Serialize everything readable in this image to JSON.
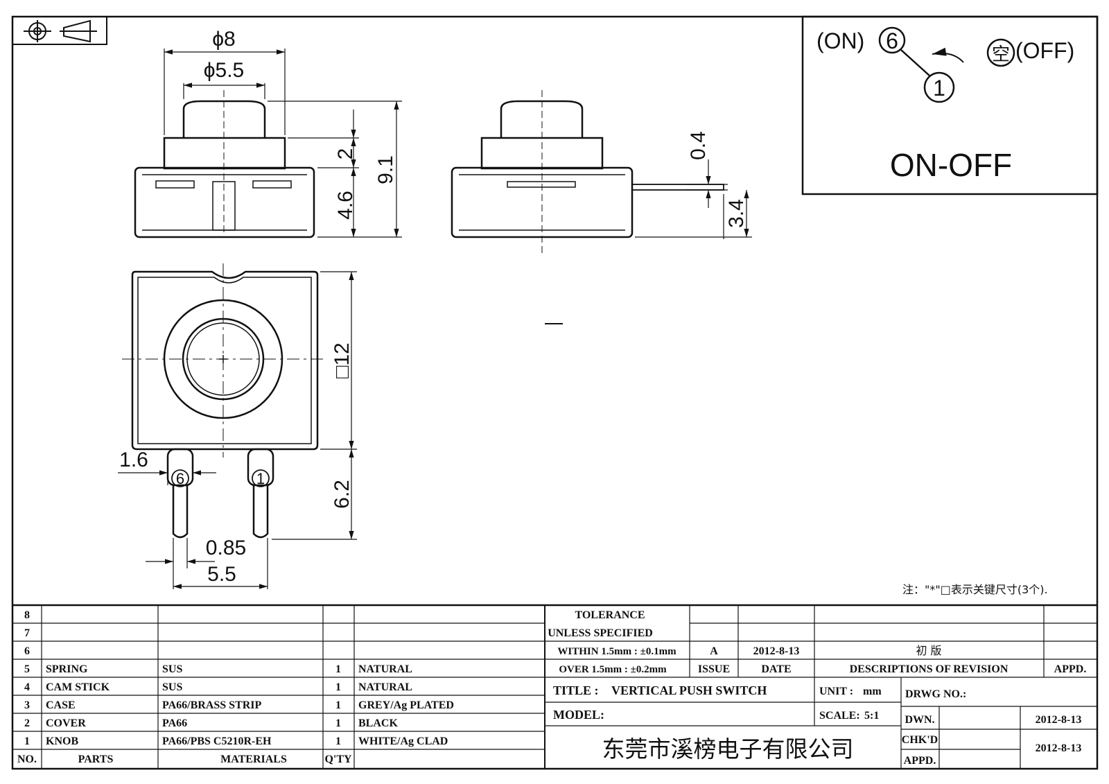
{
  "schematic": {
    "on_label": "(ON)",
    "pin_a": "6",
    "pin_b": "1",
    "off_char": "空",
    "off_label": "(OFF)",
    "mode": "ON-OFF"
  },
  "dimensions": {
    "knob_outer": "ϕ8",
    "knob_inner": "ϕ5.5",
    "knob_height": "2",
    "total_height": "9.1",
    "body_height": "4.6",
    "plate_thickness": "0.4",
    "terminal_offset": "3.4",
    "body_square": "□12",
    "pin_height": "6.2",
    "pin_offset": "1.6",
    "pin_width": "0.85",
    "pin_pitch": "5.5",
    "pin_left_label": "6",
    "pin_right_label": "1"
  },
  "note": "注：\"*\"□表示关键尺寸(3个).",
  "parts_table": {
    "header": {
      "no": "NO.",
      "parts": "PARTS",
      "materials": "MATERIALS",
      "qty": "Q'TY"
    },
    "rows": [
      {
        "no": "8",
        "part": "",
        "material": "",
        "qty": "",
        "finish": ""
      },
      {
        "no": "7",
        "part": "",
        "material": "",
        "qty": "",
        "finish": ""
      },
      {
        "no": "6",
        "part": "",
        "material": "",
        "qty": "",
        "finish": ""
      },
      {
        "no": "5",
        "part": "SPRING",
        "material": "SUS",
        "qty": "1",
        "finish": "NATURAL"
      },
      {
        "no": "4",
        "part": "CAM STICK",
        "material": "SUS",
        "qty": "1",
        "finish": "NATURAL"
      },
      {
        "no": "3",
        "part": "CASE",
        "material": "PA66/BRASS STRIP",
        "qty": "1",
        "finish": "GREY/Ag PLATED"
      },
      {
        "no": "2",
        "part": "COVER",
        "material": "PA66",
        "qty": "1",
        "finish": "BLACK"
      },
      {
        "no": "1",
        "part": "KNOB",
        "material": "PA66/PBS C5210R-EH",
        "qty": "1",
        "finish": "WHITE/Ag CLAD"
      }
    ]
  },
  "tolerance": {
    "line1": "TOLERANCE",
    "line2": "UNLESS  SPECIFIED",
    "line3": "WITHIN 1.5mm : ±0.1mm",
    "line4": "OVER 1.5mm : ±0.2mm"
  },
  "revision": {
    "issue": "A",
    "date": "2012-8-13",
    "description": "初  版",
    "issue_label": "ISSUE",
    "date_label": "DATE",
    "desc_label": "DESCRIPTIONS OF REVISION",
    "appd_label": "APPD."
  },
  "title_block": {
    "title_label": "TITLE :",
    "title": "VERTICAL PUSH SWITCH",
    "unit_label": "UNIT :",
    "unit": "mm",
    "drwg_label": "DRWG NO.:",
    "model_label": "MODEL:",
    "scale_label": "SCALE:",
    "scale": "5:1",
    "dwn_label": "DWN.",
    "dwn_date": "2012-8-13",
    "chkd_label": "CHK'D",
    "chkd_date": "2012-8-13",
    "appd_label": "APPD.",
    "company": "东莞市溪榜电子有限公司"
  }
}
